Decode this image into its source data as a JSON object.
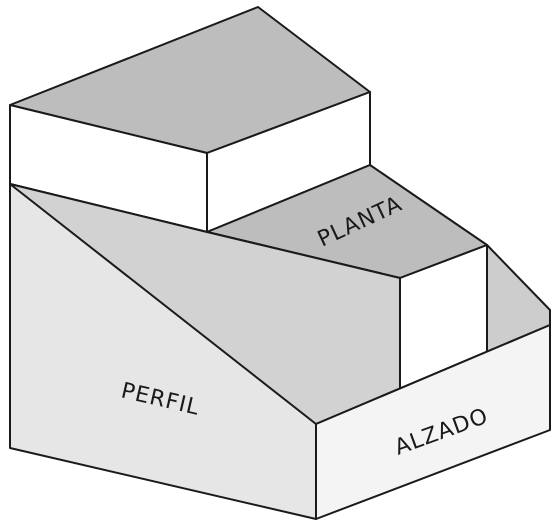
{
  "labels": {
    "planta": "PLANTA",
    "perfil": "PERFIL",
    "alzado": "ALZADO"
  },
  "colors": {
    "top_face": "#bdbdbd",
    "front_face": "#f4f4f4",
    "side_face": "#e6e6e6",
    "white_face": "#ffffff",
    "line": "#1a1a1a"
  }
}
